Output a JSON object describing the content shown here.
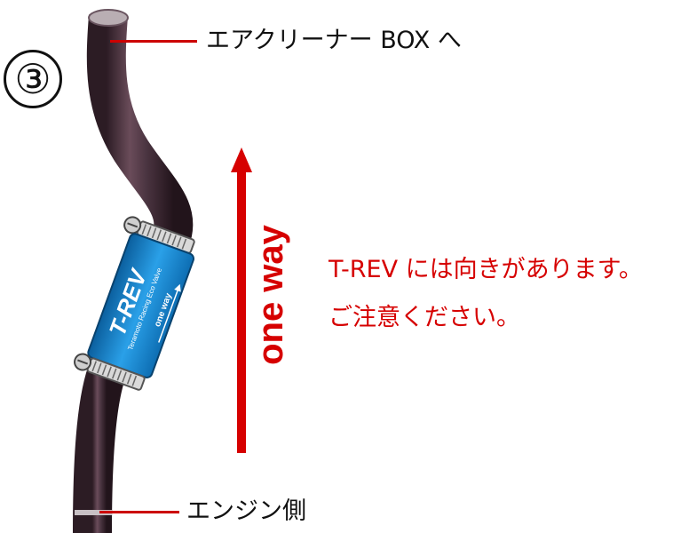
{
  "step_number": "③",
  "labels": {
    "top": "エアクリーナー BOX へ",
    "bottom": "エンジン側"
  },
  "arrow_text": "one way",
  "device": {
    "brand": "T-REV",
    "sub": "Teramoto Racing Eco Valve",
    "flow": "one way"
  },
  "note": {
    "line1": "T-REV には向きがあります。",
    "line2": "ご注意ください。"
  },
  "colors": {
    "accent_red": "#d60000",
    "hose": "#4a3440",
    "valve_blue": "#1f8fd6"
  }
}
